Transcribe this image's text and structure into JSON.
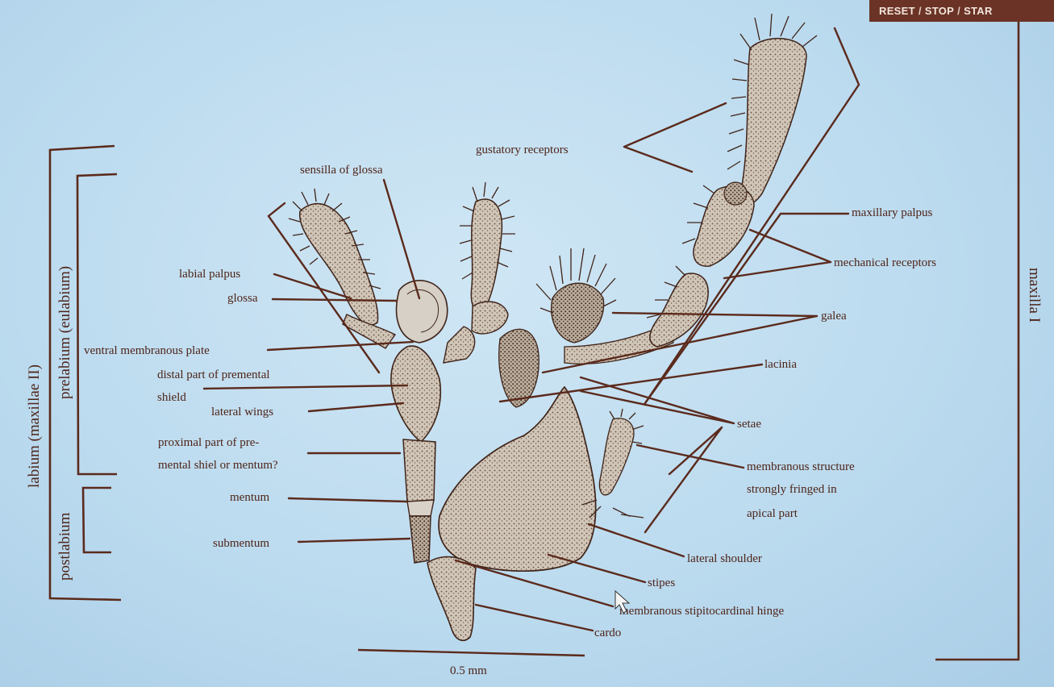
{
  "controls": {
    "reset": "RESET",
    "stop": "STOP",
    "start": "STAR",
    "separator": "/"
  },
  "groups": {
    "labium": "labium (maxillae II)",
    "prelabium": "prelabium (eulabium)",
    "postlabium": "postlabium",
    "maxilla": "maxilla I"
  },
  "labels": {
    "sensilla_of_glossa": "sensilla of glossa",
    "gustatory_receptors": "gustatory receptors",
    "maxillary_palpus": "maxillary palpus",
    "mechanical_receptors": "mechanical receptors",
    "labial_palpus": "labial palpus",
    "glossa": "glossa",
    "galea": "galea",
    "ventral_membranous_plate": "ventral membranous plate",
    "lacinia": "lacinia",
    "distal_part_1": "distal part of premental",
    "distal_part_2": "shield",
    "lateral_wings": "lateral wings",
    "setae": "setae",
    "proximal_1": "proximal part of pre-",
    "proximal_2": "mental shiel or mentum?",
    "membranous_structure_1": "membranous structure",
    "membranous_structure_2": "strongly fringed in",
    "membranous_structure_3": "apical part",
    "mentum": "mentum",
    "submentum": "submentum",
    "lateral_shoulder": "lateral shoulder",
    "stipes": "stipes",
    "hinge": "membranous stipitocardinal hinge",
    "cardo": "cardo"
  },
  "scale_bar": {
    "label": "0.5 mm"
  }
}
